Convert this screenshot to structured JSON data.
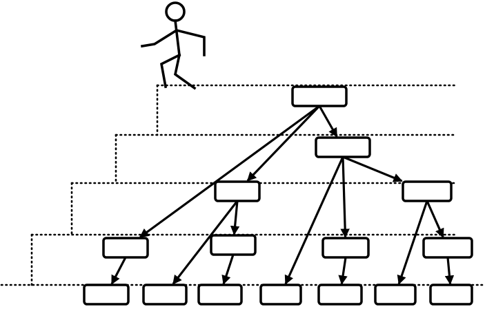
{
  "figure": {
    "description_icon": "stick-figure-climbing-stairs-icon",
    "levels": 5,
    "nodes": [
      {
        "id": "n0",
        "level": 0,
        "label": ""
      },
      {
        "id": "n1",
        "level": 1,
        "label": ""
      },
      {
        "id": "n2",
        "level": 2,
        "label": ""
      },
      {
        "id": "n3",
        "level": 2,
        "label": ""
      },
      {
        "id": "n4",
        "level": 3,
        "label": ""
      },
      {
        "id": "n5",
        "level": 3,
        "label": ""
      },
      {
        "id": "n6",
        "level": 3,
        "label": ""
      },
      {
        "id": "n7",
        "level": 3,
        "label": ""
      },
      {
        "id": "n8",
        "level": 4,
        "label": ""
      },
      {
        "id": "n9",
        "level": 4,
        "label": ""
      },
      {
        "id": "n10",
        "level": 4,
        "label": ""
      },
      {
        "id": "n11",
        "level": 4,
        "label": ""
      },
      {
        "id": "n12",
        "level": 4,
        "label": ""
      },
      {
        "id": "n13",
        "level": 4,
        "label": ""
      },
      {
        "id": "n14",
        "level": 4,
        "label": ""
      }
    ],
    "edges": [
      [
        "n0",
        "n1"
      ],
      [
        "n0",
        "n2"
      ],
      [
        "n0",
        "n4"
      ],
      [
        "n1",
        "n3"
      ],
      [
        "n1",
        "n6"
      ],
      [
        "n1",
        "n11"
      ],
      [
        "n2",
        "n5"
      ],
      [
        "n2",
        "n9"
      ],
      [
        "n3",
        "n7"
      ],
      [
        "n3",
        "n13"
      ],
      [
        "n4",
        "n8"
      ],
      [
        "n5",
        "n10"
      ],
      [
        "n6",
        "n12"
      ],
      [
        "n7",
        "n14"
      ]
    ]
  }
}
